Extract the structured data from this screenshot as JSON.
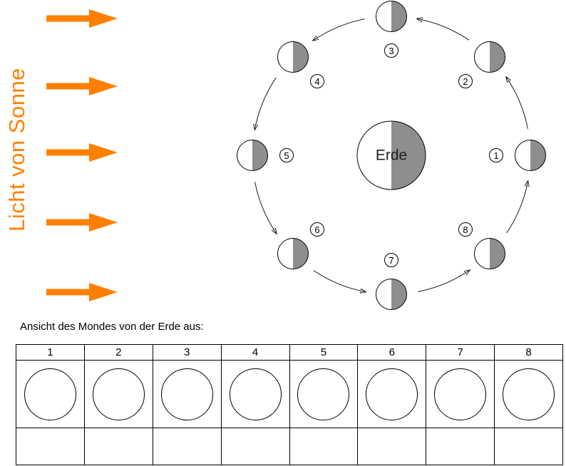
{
  "colors": {
    "sun_orange": "#ff8000",
    "moon_shadow": "#8e8e8e",
    "outline": "#000000"
  },
  "sun": {
    "label": "Licht von Sonne",
    "ray_count": 5
  },
  "diagram": {
    "earth_label": "Erde",
    "positions": [
      {
        "number": "1"
      },
      {
        "number": "2"
      },
      {
        "number": "3"
      },
      {
        "number": "4"
      },
      {
        "number": "5"
      },
      {
        "number": "6"
      },
      {
        "number": "7"
      },
      {
        "number": "8"
      }
    ]
  },
  "caption": "Ansicht des Mondes von der Erde aus:",
  "table": {
    "headers": [
      "1",
      "2",
      "3",
      "4",
      "5",
      "6",
      "7",
      "8"
    ]
  }
}
